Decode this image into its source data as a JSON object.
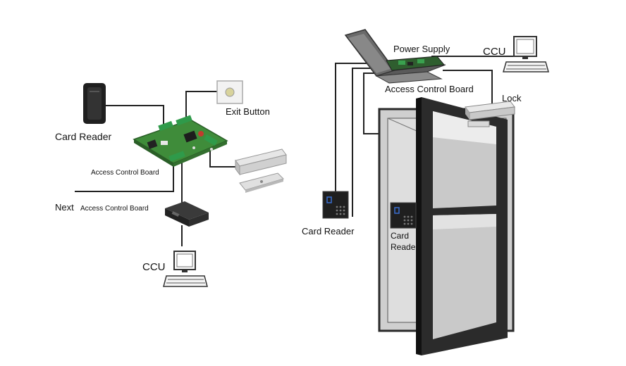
{
  "left_panel": {
    "card_reader_label": "Card Reader",
    "exit_button_label": "Exit Button",
    "board_label": "Access Control Board",
    "next_prefix": "Next",
    "next_board_label": "Access Control Board",
    "ccu_label": "CCU"
  },
  "right_panel": {
    "power_supply_label": "Power Supply",
    "ccu_label": "CCU",
    "board_label": "Access Control Board",
    "lock_label": "Lock",
    "card_reader_outside_label": "Card Reader",
    "card_reader_inside_line1": "Card",
    "card_reader_inside_line2": "Reader"
  },
  "colors": {
    "wire": "#222222",
    "pcb_green": "#3f8c3a",
    "terminal_green": "#2f9a4a",
    "reader_black": "#1f1f1f",
    "door_frame": "#2a2a2a",
    "wall_gray": "#cfcfcf",
    "glass_gray": "#dcdcdc"
  }
}
